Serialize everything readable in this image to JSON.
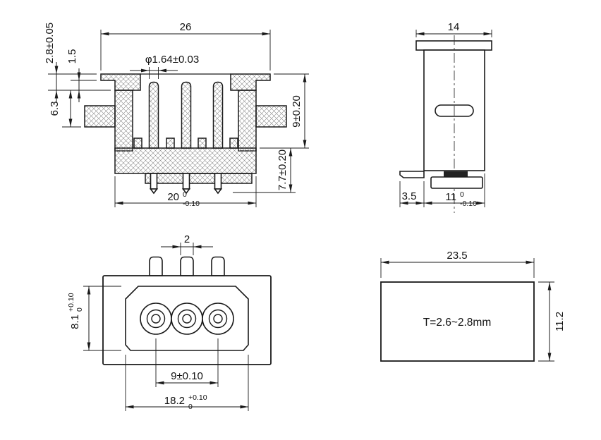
{
  "title": "3-pin power inlet connector engineering drawing",
  "colors": {
    "line": "#1a1a1a",
    "hatch": "#808080",
    "background": "#ffffff"
  },
  "views": {
    "front_section": {
      "dims": {
        "flange_width": "26",
        "pin_diameter": "φ1.64±0.03",
        "flange_thickness": "2.8±0.05",
        "step": "1.5",
        "side_height": "6.3",
        "cavity_depth": "9±0.20",
        "lower_height": "7.7±0.20",
        "body_width": "20",
        "body_width_tol_upper": "0",
        "body_width_tol_lower": "-0.10"
      }
    },
    "side": {
      "dims": {
        "flange_width": "14",
        "foot_offset": "3.5",
        "bottom_width": "11",
        "bottom_width_tol_upper": "0",
        "bottom_width_tol_lower": "-0.10"
      }
    },
    "face": {
      "dims": {
        "pin_width": "2",
        "cavity_height": "8.1",
        "cavity_height_tol_upper": "+0.10",
        "cavity_height_tol_lower": "0",
        "pin_pitch": "9±0.10",
        "cavity_width": "18.2",
        "cavity_width_tol_upper": "+0.10",
        "cavity_width_tol_lower": "0"
      }
    },
    "panel_cutout": {
      "dims": {
        "width": "23.5",
        "height": "11.2"
      },
      "label": "T=2.6~2.8mm"
    }
  }
}
